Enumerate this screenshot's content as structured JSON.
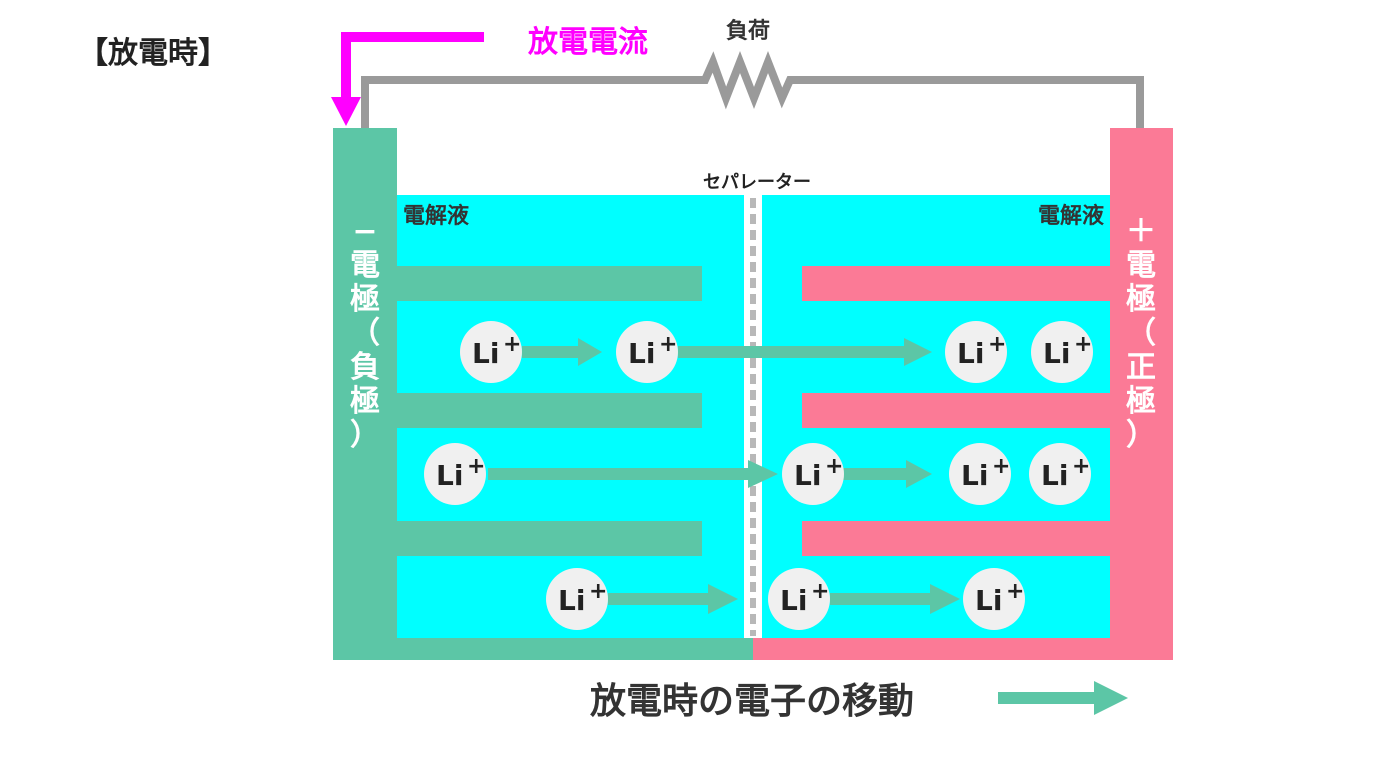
{
  "header": {
    "mode_label": "【放電時】"
  },
  "circuit": {
    "current_label": "放電電流",
    "load_label": "負荷"
  },
  "cell": {
    "separator_label": "セパレーター",
    "electrolyte_left": "電解液",
    "electrolyte_right": "電解液",
    "negative_electrode": [
      "−",
      "電",
      "極",
      "（",
      "負",
      "極",
      "）"
    ],
    "positive_electrode": [
      "＋",
      "電",
      "極",
      "（",
      "正",
      "極",
      "）"
    ],
    "ion_label": "Li",
    "ion_charge": "+"
  },
  "legend": {
    "label": "放電時の電子の移動"
  },
  "colors": {
    "negative": "#5cc6a6",
    "positive": "#fb7a96",
    "electrolyte": "#00ffff",
    "current": "#ff00ff",
    "wire": "#9a9a9a",
    "ion_fill": "#f0f0f0"
  }
}
